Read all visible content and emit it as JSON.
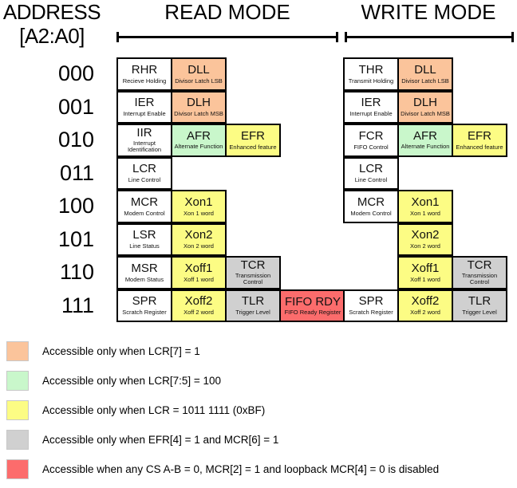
{
  "header": {
    "address_line1": "ADDRESS",
    "address_line2": "[A2:A0]",
    "read_mode": "READ MODE",
    "write_mode": "WRITE MODE"
  },
  "addresses": [
    "000",
    "001",
    "010",
    "011",
    "100",
    "101",
    "110",
    "111"
  ],
  "read_table": [
    [
      {
        "name": "RHR",
        "desc": "Recieve Holding",
        "fill": "white"
      },
      {
        "name": "DLL",
        "desc": "Divisor Latch LSB",
        "fill": "orange"
      },
      {
        "name": "",
        "desc": "",
        "fill": "blank"
      },
      {
        "name": "",
        "desc": "",
        "fill": "blank"
      }
    ],
    [
      {
        "name": "IER",
        "desc": "Interrupt Enable",
        "fill": "white"
      },
      {
        "name": "DLH",
        "desc": "Divisor Latch MSB",
        "fill": "orange"
      },
      {
        "name": "",
        "desc": "",
        "fill": "blank"
      },
      {
        "name": "",
        "desc": "",
        "fill": "blank"
      }
    ],
    [
      {
        "name": "IIR",
        "desc": "Interrupt Identification",
        "fill": "white"
      },
      {
        "name": "AFR",
        "desc": "Alternate Function",
        "fill": "green"
      },
      {
        "name": "EFR",
        "desc": "Enhanced feature",
        "fill": "yellow"
      },
      {
        "name": "",
        "desc": "",
        "fill": "blank"
      }
    ],
    [
      {
        "name": "LCR",
        "desc": "Line Control",
        "fill": "white"
      },
      {
        "name": "",
        "desc": "",
        "fill": "blank"
      },
      {
        "name": "",
        "desc": "",
        "fill": "blank"
      },
      {
        "name": "",
        "desc": "",
        "fill": "blank"
      }
    ],
    [
      {
        "name": "MCR",
        "desc": "Modem Control",
        "fill": "white"
      },
      {
        "name": "Xon1",
        "desc": "Xon 1 word",
        "fill": "yellow"
      },
      {
        "name": "",
        "desc": "",
        "fill": "blank"
      },
      {
        "name": "",
        "desc": "",
        "fill": "blank"
      }
    ],
    [
      {
        "name": "LSR",
        "desc": "Line Status",
        "fill": "white"
      },
      {
        "name": "Xon2",
        "desc": "Xon 2 word",
        "fill": "yellow"
      },
      {
        "name": "",
        "desc": "",
        "fill": "blank"
      },
      {
        "name": "",
        "desc": "",
        "fill": "blank"
      }
    ],
    [
      {
        "name": "MSR",
        "desc": "Modem Status",
        "fill": "white"
      },
      {
        "name": "Xoff1",
        "desc": "Xoff 1 word",
        "fill": "yellow"
      },
      {
        "name": "TCR",
        "desc": "Transmission Control",
        "fill": "gray"
      },
      {
        "name": "",
        "desc": "",
        "fill": "blank"
      }
    ],
    [
      {
        "name": "SPR",
        "desc": "Scratch Register",
        "fill": "white"
      },
      {
        "name": "Xoff2",
        "desc": "Xoff 2 word",
        "fill": "yellow"
      },
      {
        "name": "TLR",
        "desc": "Trigger Level",
        "fill": "gray"
      },
      {
        "name": "FIFO RDY",
        "desc": "FIFO Ready Register",
        "fill": "red"
      }
    ]
  ],
  "write_table": [
    [
      {
        "name": "THR",
        "desc": "Transmit Holding",
        "fill": "white"
      },
      {
        "name": "DLL",
        "desc": "Divisor Latch LSB",
        "fill": "orange"
      },
      {
        "name": "",
        "desc": "",
        "fill": "blank"
      }
    ],
    [
      {
        "name": "IER",
        "desc": "Interrupt Enable",
        "fill": "white"
      },
      {
        "name": "DLH",
        "desc": "Divisor Latch MSB",
        "fill": "orange"
      },
      {
        "name": "",
        "desc": "",
        "fill": "blank"
      }
    ],
    [
      {
        "name": "FCR",
        "desc": "FIFO Control",
        "fill": "white"
      },
      {
        "name": "AFR",
        "desc": "Alternate Function",
        "fill": "green"
      },
      {
        "name": "EFR",
        "desc": "Enhanced feature",
        "fill": "yellow"
      }
    ],
    [
      {
        "name": "LCR",
        "desc": "Line Control",
        "fill": "white"
      },
      {
        "name": "",
        "desc": "",
        "fill": "blank"
      },
      {
        "name": "",
        "desc": "",
        "fill": "blank"
      }
    ],
    [
      {
        "name": "MCR",
        "desc": "Modem Control",
        "fill": "white"
      },
      {
        "name": "Xon1",
        "desc": "Xon 1 word",
        "fill": "yellow"
      },
      {
        "name": "",
        "desc": "",
        "fill": "blank"
      }
    ],
    [
      {
        "name": "",
        "desc": "",
        "fill": "blank"
      },
      {
        "name": "Xon2",
        "desc": "Xon 2 word",
        "fill": "yellow"
      },
      {
        "name": "",
        "desc": "",
        "fill": "blank"
      }
    ],
    [
      {
        "name": "",
        "desc": "",
        "fill": "blank"
      },
      {
        "name": "Xoff1",
        "desc": "Xoff 1 word",
        "fill": "yellow"
      },
      {
        "name": "TCR",
        "desc": "Transmission Control",
        "fill": "gray"
      }
    ],
    [
      {
        "name": "SPR",
        "desc": "Scratch Register",
        "fill": "white"
      },
      {
        "name": "Xoff2",
        "desc": "Xoff 2 word",
        "fill": "yellow"
      },
      {
        "name": "TLR",
        "desc": "Trigger Level",
        "fill": "gray"
      }
    ]
  ],
  "legend": [
    {
      "color": "#FBC49B",
      "fill": "orange",
      "text": "Accessible only when LCR[7] = 1"
    },
    {
      "color": "#C9F7CB",
      "fill": "green",
      "text": "Accessible only when LCR[7:5] = 100"
    },
    {
      "color": "#FCFC84",
      "fill": "yellow",
      "text": "Accessible only when LCR = 1011 1111 (0xBF)"
    },
    {
      "color": "#D0D0D0",
      "fill": "gray",
      "text": "Accessible only when EFR[4] = 1 and MCR[6] = 1"
    },
    {
      "color": "#FC6C6C",
      "fill": "red",
      "text": "Accessible when any CS A-B = 0, MCR[2] = 1 and loopback MCR[4] = 0 is disabled"
    }
  ]
}
